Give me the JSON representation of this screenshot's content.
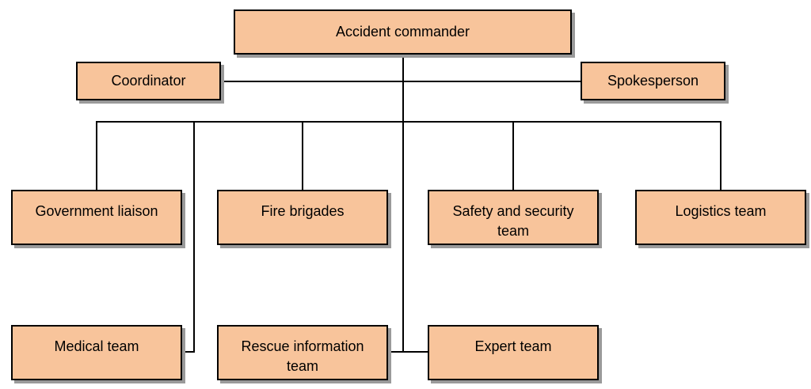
{
  "diagram": {
    "root": {
      "label": "Accident commander"
    },
    "staff": {
      "left": {
        "label": "Coordinator"
      },
      "right": {
        "label": "Spokesperson"
      }
    },
    "teams": {
      "government_liaison": {
        "label": "Government liaison"
      },
      "fire_brigades": {
        "label": "Fire brigades"
      },
      "safety_security": {
        "label": "Safety and security team"
      },
      "logistics": {
        "label": "Logistics team"
      },
      "medical": {
        "label": "Medical team"
      },
      "rescue_information": {
        "label": "Rescue information team"
      },
      "expert": {
        "label": "Expert team"
      }
    },
    "colors": {
      "box_fill": "#f8c49b",
      "box_border": "#000000",
      "shadow": "#9a9a9a",
      "connector": "#000000"
    }
  }
}
